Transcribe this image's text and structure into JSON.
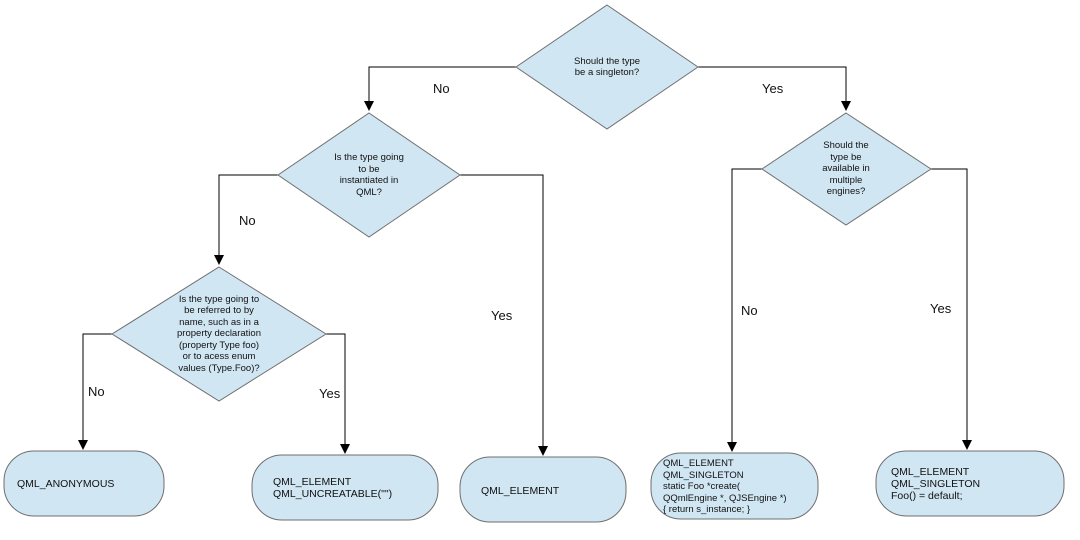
{
  "diagram": {
    "decisions": {
      "singleton": "Should the type\nbe a singleton?",
      "instantiated": "Is the type going\nto be\ninstantiated in\nQML?",
      "referred": "Is the type going to\nbe referred to by\nname, such as in a\nproperty declaration\n(property Type foo)\nor to acess enum\nvalues (Type.Foo)?",
      "multiple_engines": "Should the\ntype be\navailable in\nmultiple\nengines?"
    },
    "terminals": {
      "anonymous": "QML_ANONYMOUS",
      "uncreatable": "QML_ELEMENT\nQML_UNCREATABLE(\"\")",
      "element": "QML_ELEMENT",
      "singleton_create": "QML_ELEMENT\nQML_SINGLETON\nstatic Foo *create(\n  QQmlEngine *, QJSEngine *)\n{ return s_instance; }",
      "singleton_default": "QML_ELEMENT\nQML_SINGLETON\nFoo() = default;"
    },
    "edge_labels": {
      "singleton_no": "No",
      "singleton_yes": "Yes",
      "instantiated_no": "No",
      "instantiated_yes": "Yes",
      "referred_no": "No",
      "referred_yes": "Yes",
      "engines_no": "No",
      "engines_yes": "Yes"
    },
    "colors": {
      "fill": "#d1e6f3",
      "stroke": "#6f6f6f",
      "line": "#000000"
    }
  }
}
